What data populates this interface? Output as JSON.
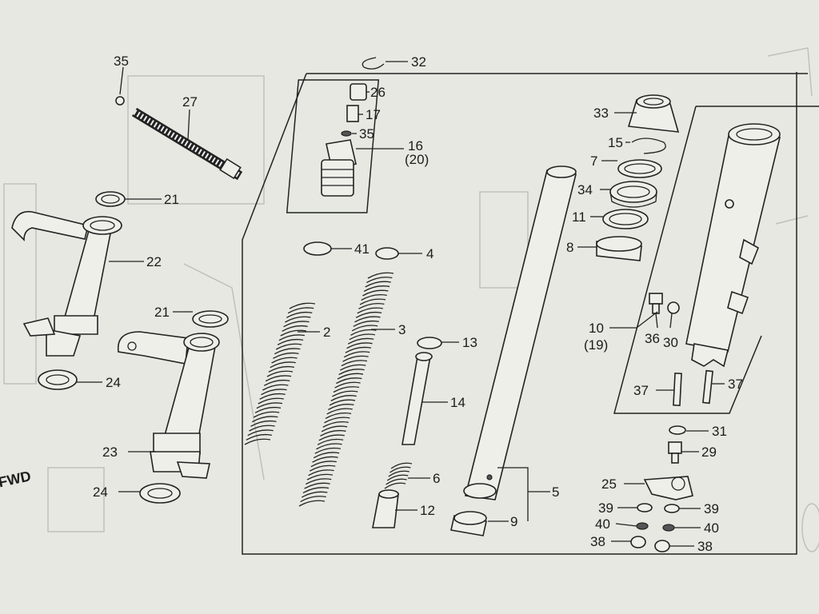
{
  "diagram": {
    "fwd_marker": "FWD",
    "callouts": [
      {
        "id": "c35a",
        "text": "35"
      },
      {
        "id": "c27",
        "text": "27"
      },
      {
        "id": "c21a",
        "text": "21"
      },
      {
        "id": "c22",
        "text": "22"
      },
      {
        "id": "c21b",
        "text": "21"
      },
      {
        "id": "c24a",
        "text": "24"
      },
      {
        "id": "c23",
        "text": "23"
      },
      {
        "id": "c24b",
        "text": "24"
      },
      {
        "id": "c32",
        "text": "32"
      },
      {
        "id": "c26",
        "text": "26"
      },
      {
        "id": "c17",
        "text": "17"
      },
      {
        "id": "c35b",
        "text": "35"
      },
      {
        "id": "c16",
        "text": "16"
      },
      {
        "id": "c20",
        "text": "(20)"
      },
      {
        "id": "c41",
        "text": "41"
      },
      {
        "id": "c4",
        "text": "4"
      },
      {
        "id": "c2",
        "text": "2"
      },
      {
        "id": "c3",
        "text": "3"
      },
      {
        "id": "c13",
        "text": "13"
      },
      {
        "id": "c14",
        "text": "14"
      },
      {
        "id": "c6",
        "text": "6"
      },
      {
        "id": "c12",
        "text": "12"
      },
      {
        "id": "c5",
        "text": "5"
      },
      {
        "id": "c9",
        "text": "9"
      },
      {
        "id": "c33",
        "text": "33"
      },
      {
        "id": "c15",
        "text": "15"
      },
      {
        "id": "c7",
        "text": "7"
      },
      {
        "id": "c34",
        "text": "34"
      },
      {
        "id": "c11",
        "text": "11"
      },
      {
        "id": "c8",
        "text": "8"
      },
      {
        "id": "c10",
        "text": "10"
      },
      {
        "id": "c19",
        "text": "(19)"
      },
      {
        "id": "c36",
        "text": "36"
      },
      {
        "id": "c30",
        "text": "30"
      },
      {
        "id": "c37a",
        "text": "37"
      },
      {
        "id": "c37b",
        "text": "37"
      },
      {
        "id": "c31",
        "text": "31"
      },
      {
        "id": "c29",
        "text": "29"
      },
      {
        "id": "c25",
        "text": "25"
      },
      {
        "id": "c39a",
        "text": "39"
      },
      {
        "id": "c39b",
        "text": "39"
      },
      {
        "id": "c40a",
        "text": "40"
      },
      {
        "id": "c40b",
        "text": "40"
      },
      {
        "id": "c38a",
        "text": "38"
      },
      {
        "id": "c38b",
        "text": "38"
      }
    ]
  }
}
